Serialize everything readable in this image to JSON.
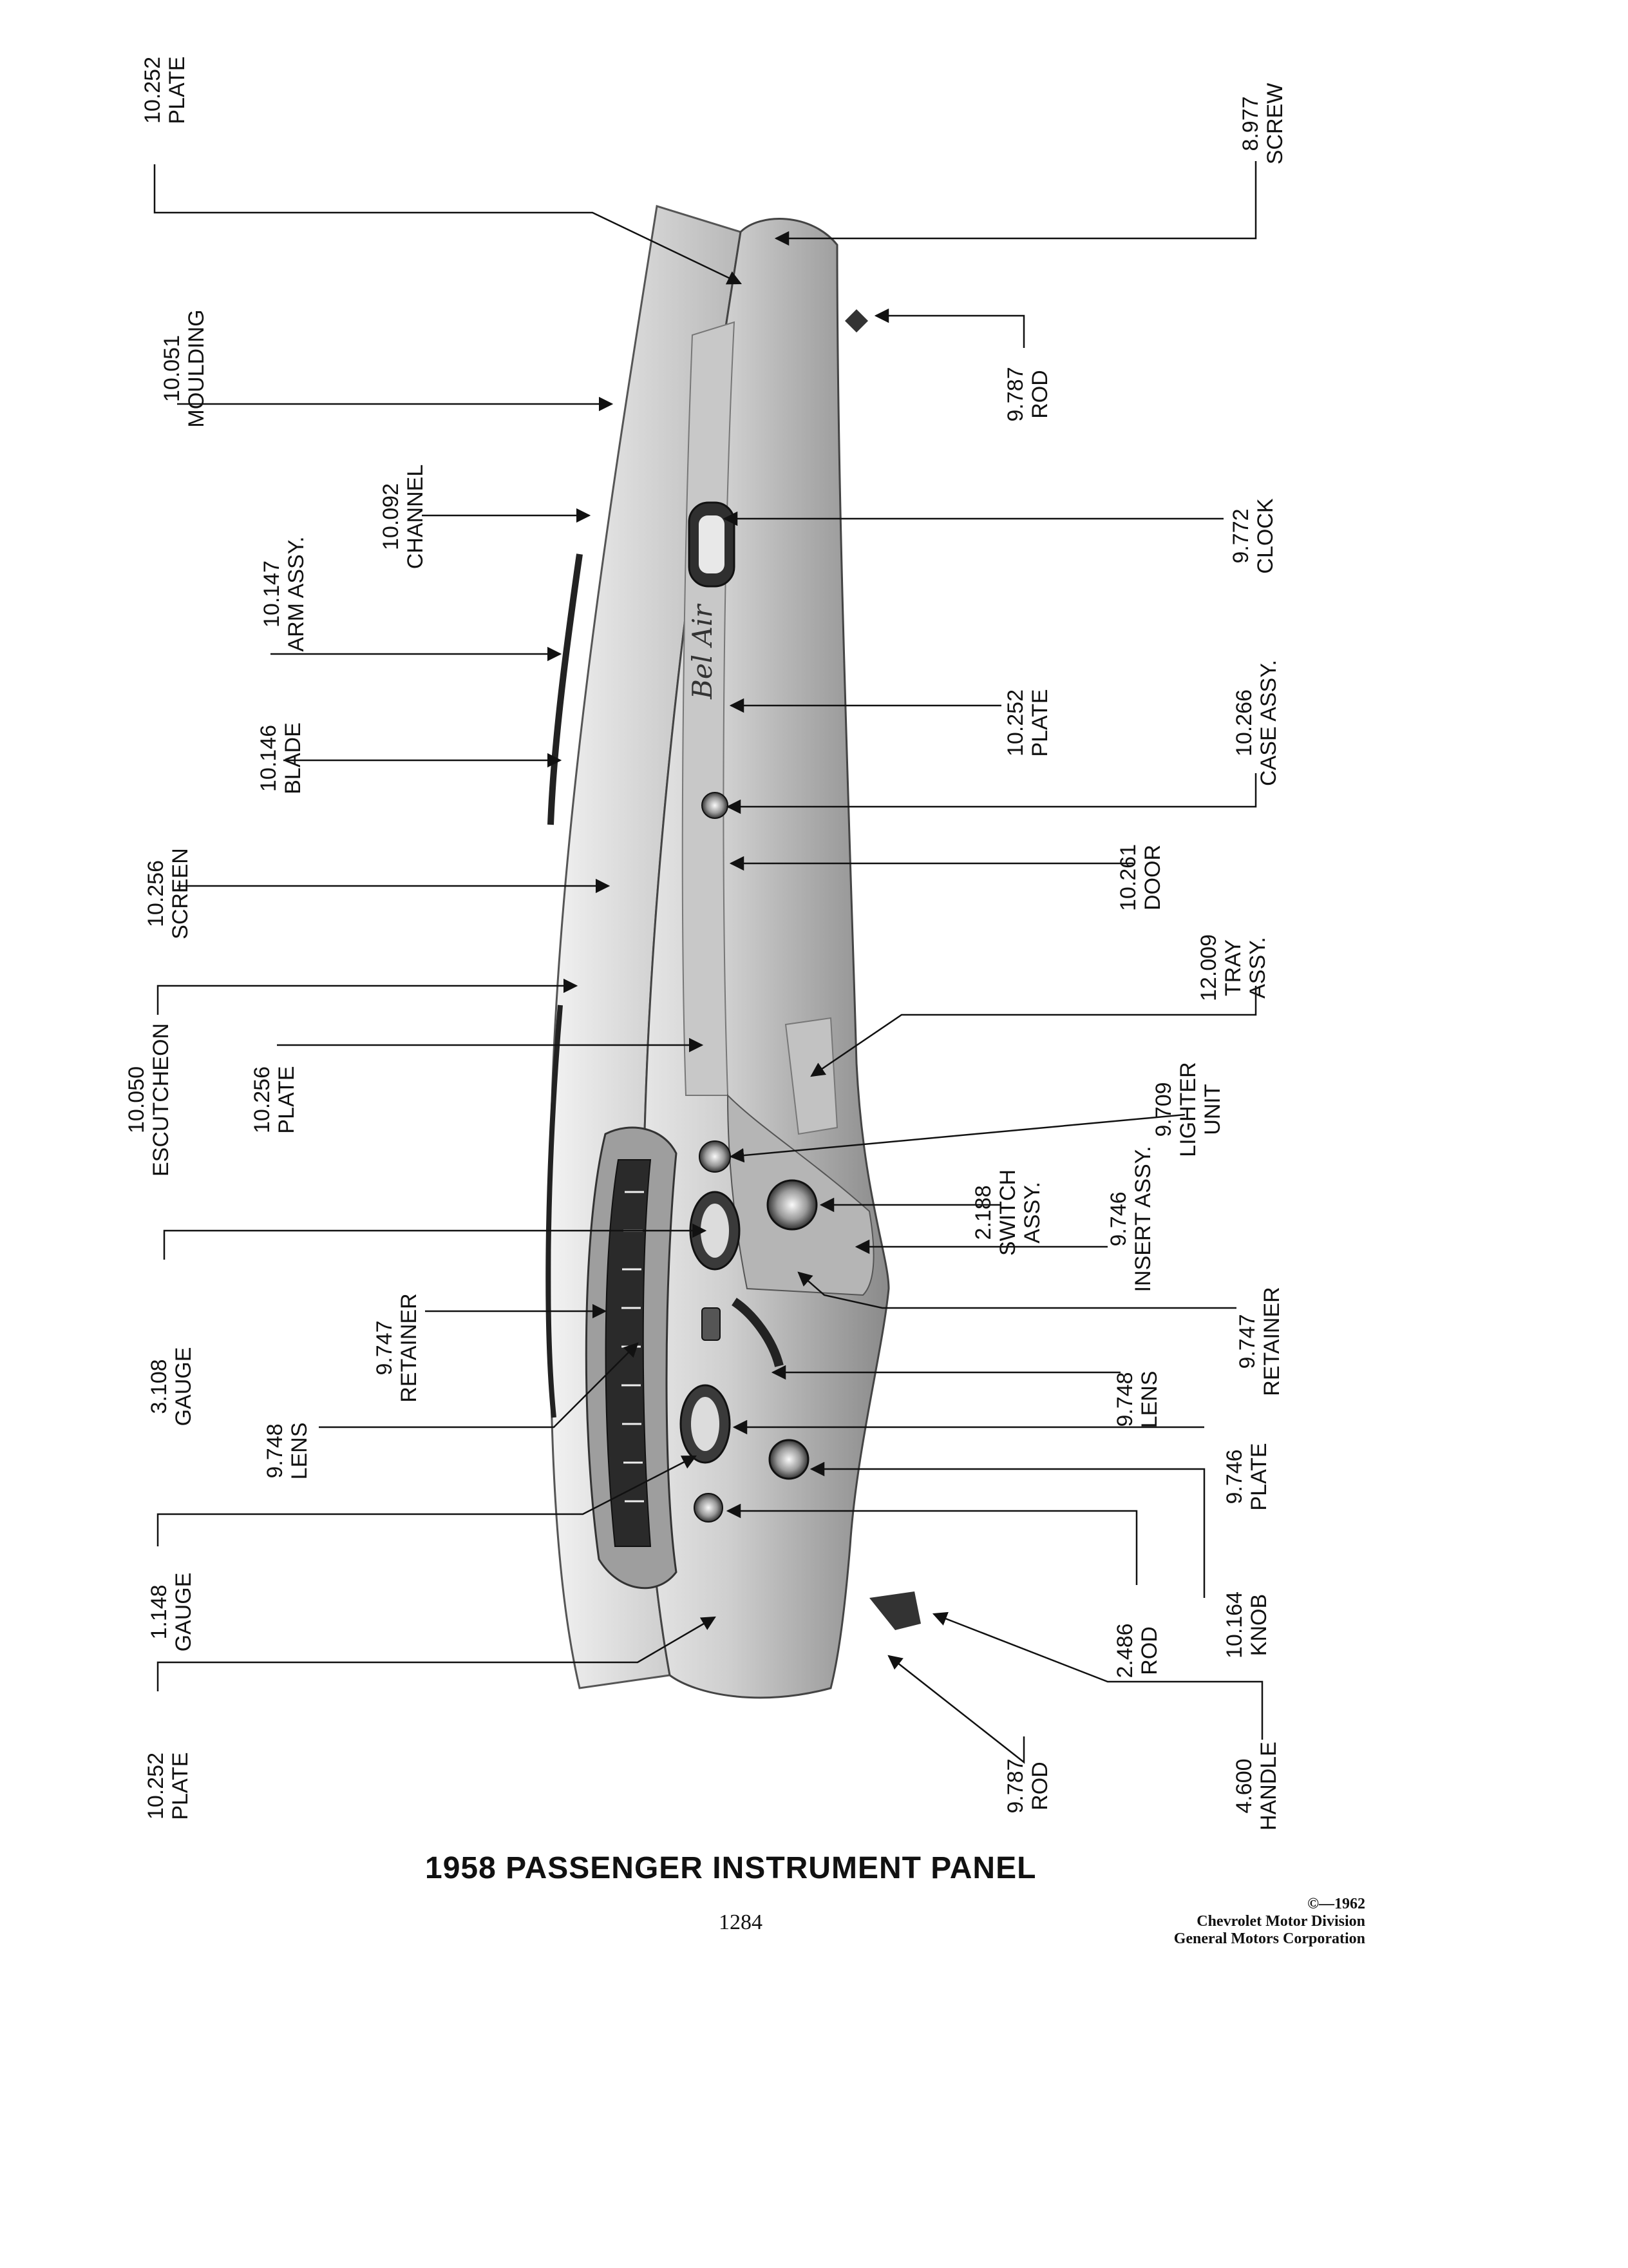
{
  "title": "1958 PASSENGER INSTRUMENT PANEL",
  "page_number": "1284",
  "copyright": {
    "year_line": "©—1962",
    "division": "Chevrolet Motor Division",
    "corporation": "General Motors Corporation"
  },
  "callouts": [
    {
      "number": "10.252",
      "name": "PLATE"
    },
    {
      "number": "10.051",
      "name": "MOULDING"
    },
    {
      "number": "10.092",
      "name": "CHANNEL"
    },
    {
      "number": "10.147",
      "name": "ARM ASSY."
    },
    {
      "number": "10.146",
      "name": "BLADE"
    },
    {
      "number": "10.256",
      "name": "SCREEN"
    },
    {
      "number": "10.050",
      "name": "ESCUTCHEON"
    },
    {
      "number": "10.256",
      "name": "PLATE"
    },
    {
      "number": "3.108",
      "name": "GAUGE"
    },
    {
      "number": "9.747",
      "name": "RETAINER"
    },
    {
      "number": "9.748",
      "name": "LENS"
    },
    {
      "number": "1.148",
      "name": "GAUGE"
    },
    {
      "number": "10.252",
      "name": "PLATE"
    },
    {
      "number": "8.977",
      "name": "SCREW"
    },
    {
      "number": "9.787",
      "name": "ROD"
    },
    {
      "number": "9.772",
      "name": "CLOCK"
    },
    {
      "number": "10.252",
      "name": "PLATE"
    },
    {
      "number": "10.266",
      "name": "CASE ASSY."
    },
    {
      "number": "10.261",
      "name": "DOOR"
    },
    {
      "number": "12.009",
      "name": "TRAY",
      "name2": "ASSY."
    },
    {
      "number": "9.709",
      "name": "LIGHTER",
      "name2": "UNIT"
    },
    {
      "number": "2.188",
      "name": "SWITCH",
      "name2": "ASSY."
    },
    {
      "number": "9.746",
      "name": "INSERT ASSY."
    },
    {
      "number": "9.747",
      "name": "RETAINER"
    },
    {
      "number": "9.748",
      "name": "LENS"
    },
    {
      "number": "9.746",
      "name": "PLATE"
    },
    {
      "number": "10.164",
      "name": "KNOB"
    },
    {
      "number": "2.486",
      "name": "ROD"
    },
    {
      "number": "9.787",
      "name": "ROD"
    },
    {
      "number": "4.600",
      "name": "HANDLE"
    }
  ]
}
